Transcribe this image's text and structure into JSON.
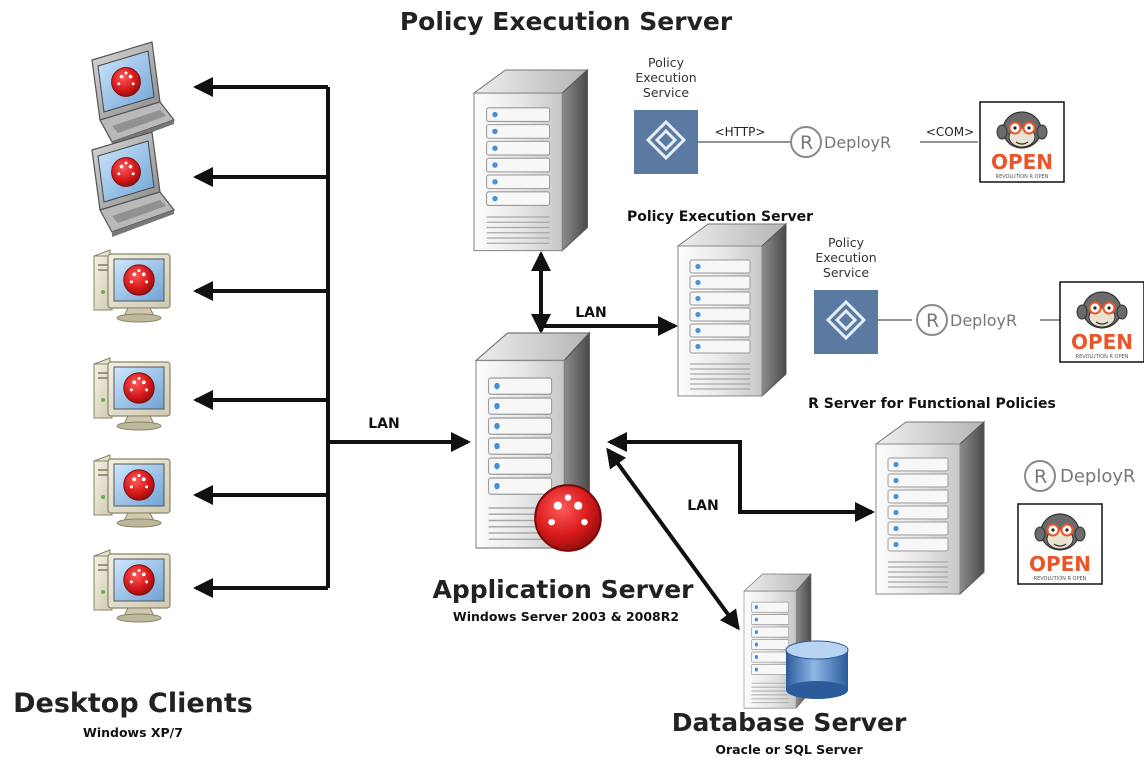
{
  "titles": {
    "top_server": "Policy Execution Server",
    "mid_server": "Policy Execution Server",
    "r_server": "R Server for Functional Policies",
    "app_server": "Application Server",
    "app_server_sub": "Windows Server 2003 & 2008R2",
    "desktop": "Desktop Clients",
    "desktop_sub": "Windows XP/7",
    "db": "Database Server",
    "db_sub": "Oracle or SQL Server"
  },
  "service": {
    "top_lines": [
      "Policy",
      "Execution",
      "Service"
    ],
    "mid_lines": [
      "Policy",
      "Execution",
      "Service"
    ]
  },
  "protocols": {
    "http": "<HTTP>",
    "com": "<COM>"
  },
  "lan_labels": {
    "left": "LAN",
    "middle": "LAN",
    "right": "LAN"
  },
  "deployr": {
    "label": "DeployR",
    "r_glyph": "R"
  },
  "open_logo": {
    "word": "OPEN",
    "tagline": "REVOLUTION R OPEN"
  },
  "colors": {
    "service_tile": "#5b7aa1",
    "open_orange": "#e8562a",
    "red_ball": "#d71a1a",
    "line": "#111111"
  },
  "icons": {
    "laptop": "laptop-icon",
    "desktop": "desktop-computer-icon",
    "server": "server-tower-icon",
    "database": "database-cylinder-icon",
    "service": "policy-service-icon",
    "deployr": "deployr-r-logo-icon",
    "open": "revolution-r-open-logo-icon"
  }
}
